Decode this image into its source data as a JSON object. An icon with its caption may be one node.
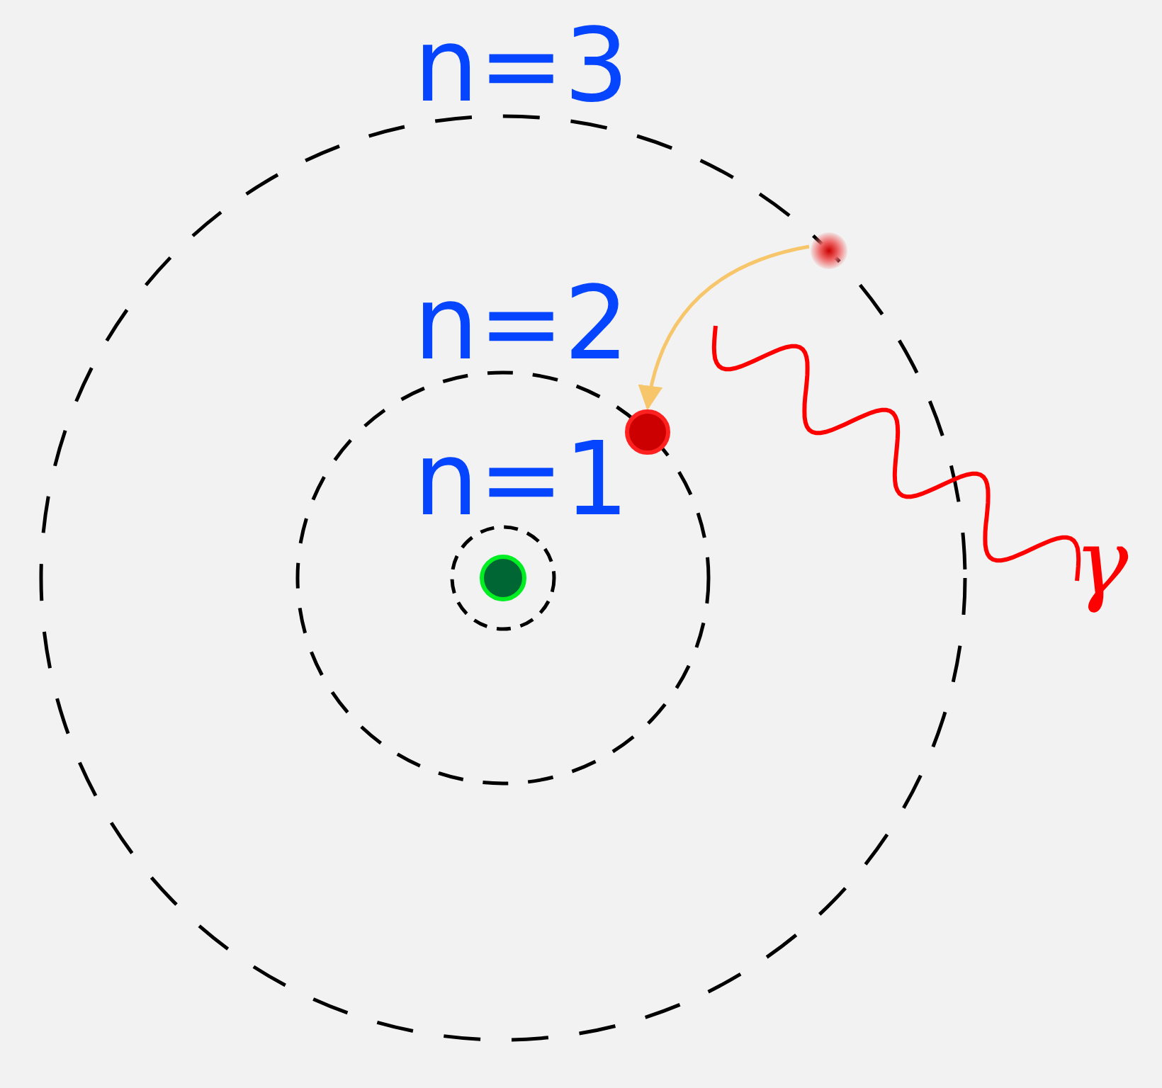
{
  "diagram": {
    "nodes": [
      {
        "text": [],
        "shape": "circle"
      },
      {
        "text": [],
        "shape": "circle"
      }
    ],
    "edges": [
      {
        "from": 0,
        "to": 1,
        "arrow": "to",
        "color": "#f7c66b"
      }
    ],
    "labels": [
      "n=3",
      "n=2",
      "n=1",
      "γ"
    ]
  }
}
